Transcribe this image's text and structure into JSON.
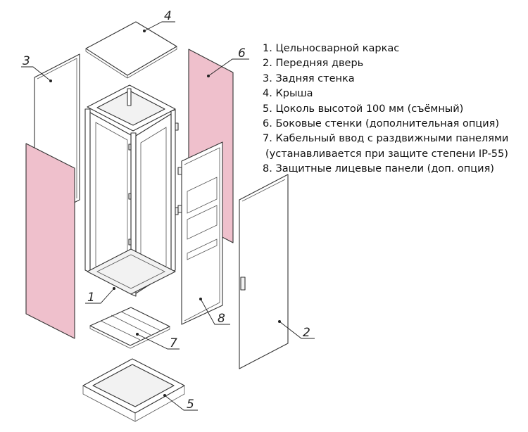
{
  "colors": {
    "pink_panel": "#efc0cc",
    "highlight": "#f1b8c6",
    "outline": "#333333"
  },
  "callouts": [
    {
      "id": "frame",
      "number": "1"
    },
    {
      "id": "front-door",
      "number": "2"
    },
    {
      "id": "rear-wall",
      "number": "3"
    },
    {
      "id": "roof",
      "number": "4"
    },
    {
      "id": "plinth",
      "number": "5"
    },
    {
      "id": "side-walls",
      "number": "6"
    },
    {
      "id": "cable-entry",
      "number": "7"
    },
    {
      "id": "front-panels",
      "number": "8"
    }
  ],
  "legend": [
    {
      "text": "1. Цельносварной каркас"
    },
    {
      "text": "2. Передняя дверь"
    },
    {
      "text": "3. Задняя стенка"
    },
    {
      "text": "4. Крыша"
    },
    {
      "text": "5. Цоколь высотой 100 мм (съёмный)"
    },
    {
      "text": "6. Боковые стенки (дополнительная опция)",
      "highlighted": true
    },
    {
      "text": "7. Кабельный ввод с раздвижными панелями"
    },
    {
      "text": " (устанавливается при защите степени IP-55)",
      "continuation": true
    },
    {
      "text": "8. Защитные лицевые панели (доп. опция)"
    }
  ]
}
